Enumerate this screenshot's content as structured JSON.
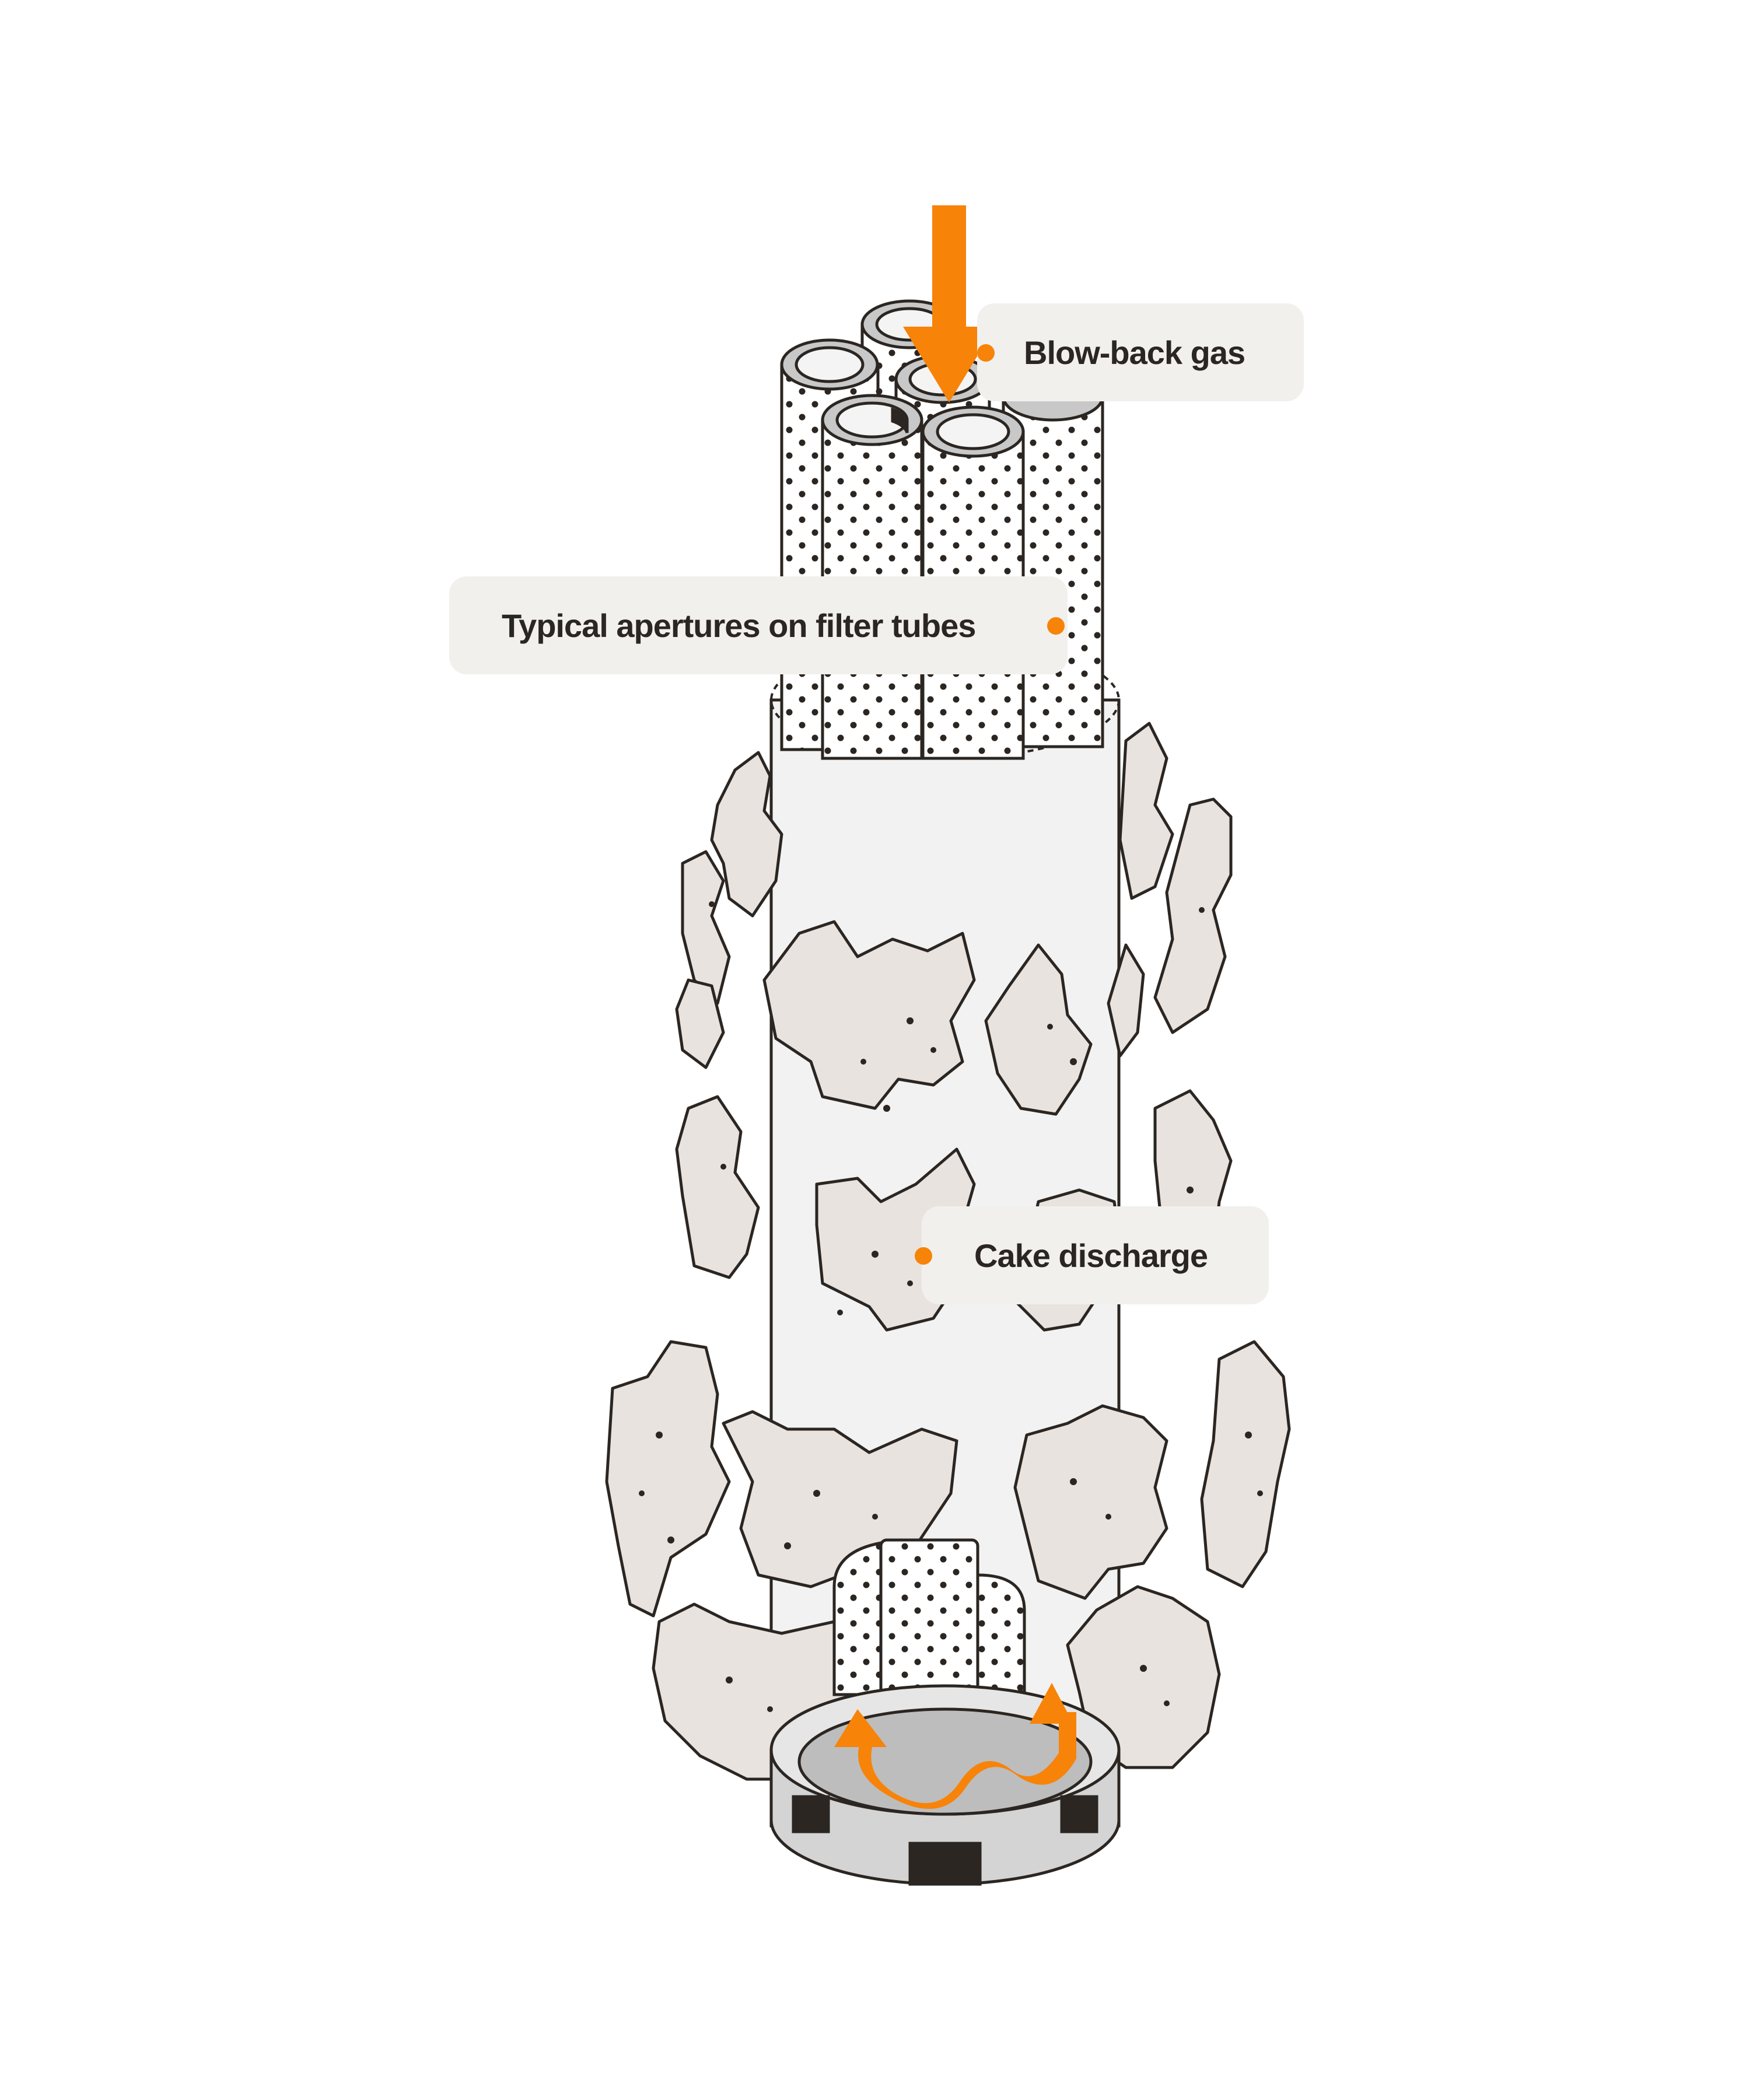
{
  "colors": {
    "accent": "#f78309",
    "outline": "#2b2622",
    "cake_fill": "#e8e3df",
    "tube_fill": "#f2f2f2",
    "callout_bg": "#f2f0ed"
  },
  "callouts": {
    "blowback": {
      "label": "Blow-back gas"
    },
    "apertures": {
      "label": "Typical apertures on filter tubes"
    },
    "cake": {
      "label": "Cake discharge"
    }
  }
}
